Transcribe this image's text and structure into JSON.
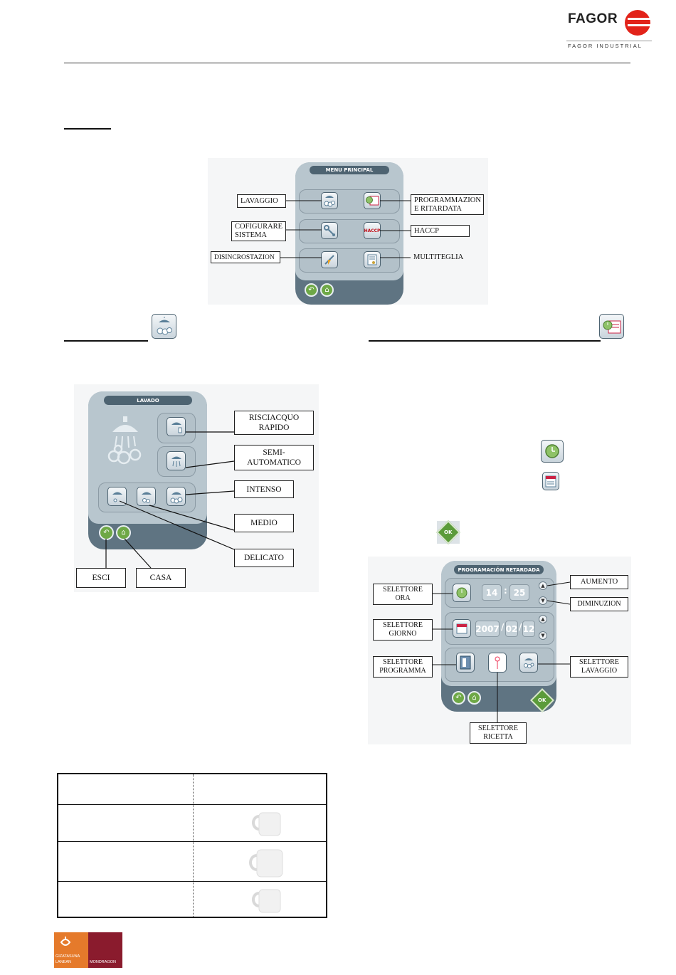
{
  "header": {
    "brand": "FAGOR",
    "sub": "FAGOR INDUSTRIAL"
  },
  "menu": {
    "title": "MENU PRINCIPAL",
    "labels": {
      "lavaggio": "LAVAGGIO",
      "configurare": "COFIGURARE\nSISTEMA",
      "disincrostazione": "DISINCROSTAZION",
      "programmazione": "PROGRAMMAZION\nE RITARDATA",
      "haccp": "HACCP",
      "multiteglia": "MULTITEGLIA"
    },
    "haccp_icon": "HACCP"
  },
  "lavado": {
    "title": "LAVADO",
    "labels": {
      "risciacquo": "RISCIACQUO\nRAPIDO",
      "semi": "SEMI-\nAUTOMATICO",
      "intenso": "INTENSO",
      "medio": "MEDIO",
      "delicato": "DELICATO",
      "esci": "ESCI",
      "casa": "CASA"
    }
  },
  "ok_label": "OK",
  "programacion": {
    "title": "PROGRAMACIÓN RETARDADA",
    "hour": "14",
    "minute": "25",
    "year": "2007",
    "month": "02",
    "day": "12",
    "labels": {
      "ora": "SELETTORE\nORA",
      "giorno": "SELETTORE\nGIORNO",
      "programma": "SELETTORE\nPROGRAMMA",
      "ricetta": "SELETTORE\nRICETTA",
      "lavaggio": "SELETTORE\nLAVAGGIO",
      "aumento": "AUMENTO",
      "diminuzione": "DIMINUZION"
    }
  },
  "icons": [
    "shower-icon",
    "calendar-clock-icon",
    "wrench-icon",
    "haccp-icon",
    "descaling-icon",
    "multitray-icon",
    "back-icon",
    "home-icon",
    "clock-icon",
    "calendar-icon",
    "ok-icon",
    "cup-icon"
  ],
  "footer": {
    "line1": "GIZATASUNA",
    "line2": "LANEAN",
    "brand2": "MONDRAGON"
  }
}
